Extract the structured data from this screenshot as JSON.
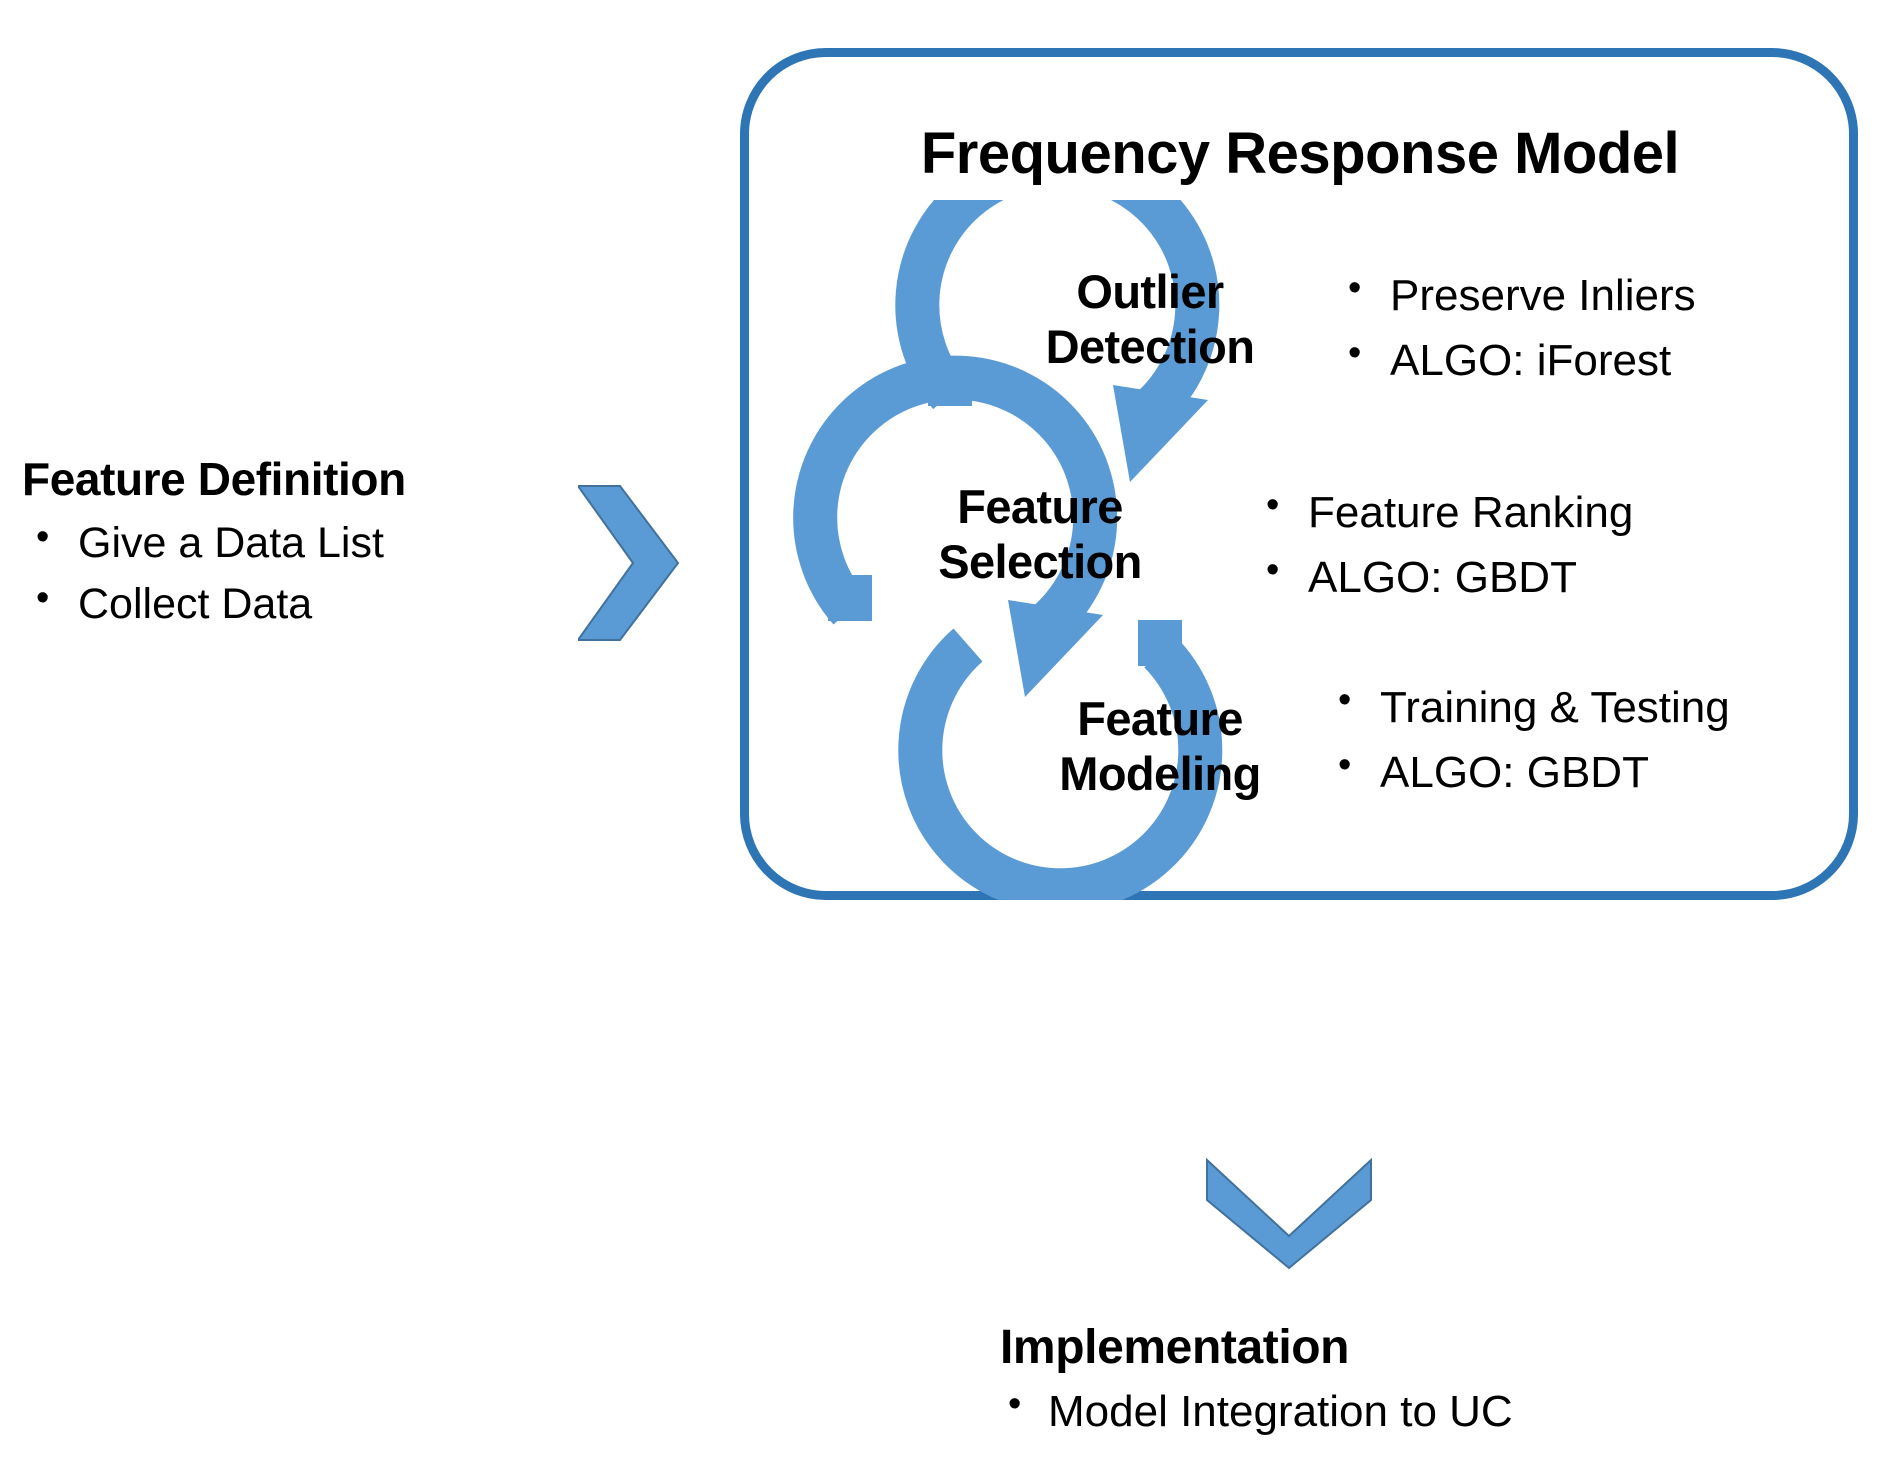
{
  "diagram": {
    "title_of_box": "Frequency Response Model",
    "accent_blue": "#5B9BD5",
    "border_blue": "#2E75B6",
    "text_color": "#000000"
  },
  "input_stage": {
    "title": "Feature Definition",
    "bullets": [
      "Give a Data List",
      "Collect Data"
    ]
  },
  "arrow_in": {
    "icon": "chevron-right-icon"
  },
  "model": {
    "title": "Frequency Response Model",
    "stages": [
      {
        "label_line1": "Outlier",
        "label_line2": "Detection",
        "bullets": [
          "Preserve Inliers",
          "ALGO: iForest"
        ]
      },
      {
        "label_line1": "Feature",
        "label_line2": "Selection",
        "bullets": [
          "Feature Ranking",
          "ALGO: GBDT"
        ]
      },
      {
        "label_line1": "Feature",
        "label_line2": "Modeling",
        "bullets": [
          "Training & Testing",
          "ALGO: GBDT"
        ]
      }
    ]
  },
  "arrow_out": {
    "icon": "chevron-down-icon"
  },
  "output_stage": {
    "title": "Implementation",
    "bullets": [
      "Model Integration to UC"
    ]
  }
}
